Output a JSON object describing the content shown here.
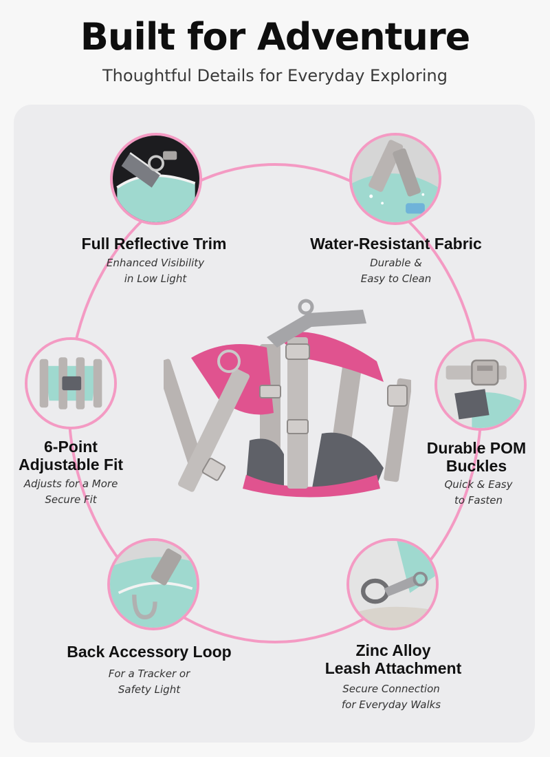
{
  "header": {
    "title": "Built for Adventure",
    "subtitle": "Thoughtful Details for Everyday Exploring"
  },
  "colors": {
    "accent_pink": "#f49ac3",
    "harness_pink": "#e0538f",
    "mint": "#9fd9cf",
    "strap_gray": "#b9b4b2",
    "pad_gray": "#5f6168"
  },
  "features": [
    {
      "title": "Full Reflective Trim",
      "desc_line1": "Enhanced Visibility",
      "desc_line2": "in Low Light"
    },
    {
      "title": "Water-Resistant Fabric",
      "desc_line1": "Durable &",
      "desc_line2": "Easy to Clean"
    },
    {
      "title_line1": "6-Point",
      "title_line2": "Adjustable Fit",
      "desc_line1": "Adjusts for a More",
      "desc_line2": "Secure Fit"
    },
    {
      "title_line1": "Durable POM",
      "title_line2": "Buckles",
      "desc_line1": "Quick & Easy",
      "desc_line2": "to Fasten"
    },
    {
      "title": "Back Accessory Loop",
      "desc_line1": "For a Tracker or",
      "desc_line2": "Safety Light"
    },
    {
      "title_line1": "Zinc Alloy",
      "title_line2": "Leash Attachment",
      "desc_line1": "Secure Connection",
      "desc_line2": "for Everyday Walks"
    }
  ]
}
